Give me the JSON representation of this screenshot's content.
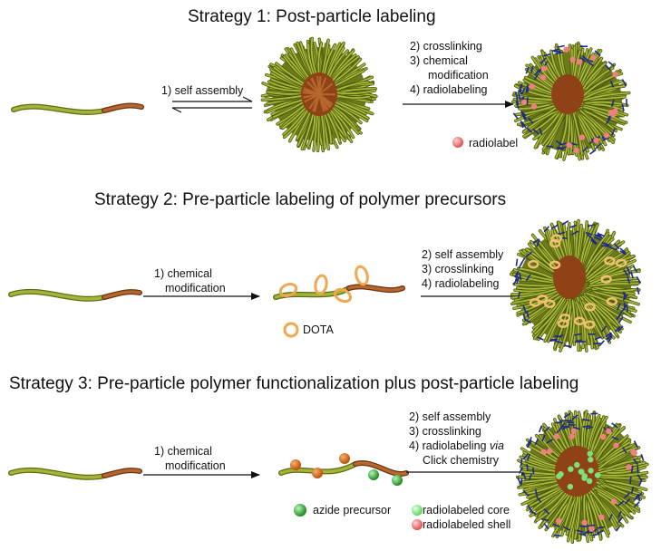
{
  "strategy1": {
    "title": "Strategy 1: Post-particle labeling",
    "step1": "1) self assembly",
    "step2": "2) crosslinking",
    "step3a": "3) chemical",
    "step3b": "modification",
    "step4": "4) radiolabeling",
    "legend_radiolabel": "radiolabel"
  },
  "strategy2": {
    "title": "Strategy 2: Pre-particle labeling of polymer precursors",
    "step1a": "1) chemical",
    "step1b": "modification",
    "step2": "2) self assembly",
    "step3": "3) crosslinking",
    "step4": "4) radiolabeling",
    "legend_dota": "DOTA"
  },
  "strategy3": {
    "title": "Strategy 3: Pre-particle polymer functionalization plus post-particle labeling",
    "step1a": "1) chemical",
    "step1b": "modification",
    "step2": "2) self assembly",
    "step3": "3) crosslinking",
    "step4_prefix": "4) radiolabeling ",
    "step4_via": "via",
    "step4b": "Click chemistry",
    "legend_azide": "azide precursor",
    "legend_core": "radiolabeled core",
    "legend_shell": "radiolabeled shell"
  },
  "colors": {
    "polymer_green": "#8a9a2a",
    "polymer_brown": "#9c5424",
    "crosslink_blue": "#1e2a8a",
    "radiolabel_pink": "#f07a7a",
    "dota_orange": "#f0a050",
    "azide_green": "#2aa02a",
    "core_green": "#7ce07c",
    "precursor_orange": "#d86a14"
  }
}
